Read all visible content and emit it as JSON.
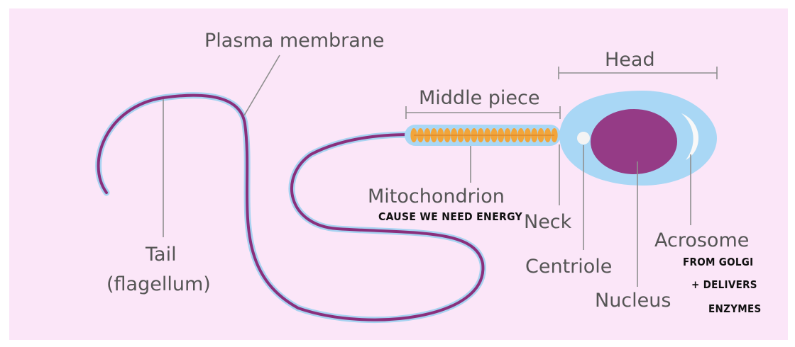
{
  "colors": {
    "background": "#ffffff",
    "panel": "#fbe6f8",
    "outer_membrane": "#a7d3f1",
    "head_fill": "#a9d7f5",
    "nucleus": "#953b86",
    "tail": "#8a2f7c",
    "mitochondria": "#f2a53a",
    "acrosome": "#f8f8f8",
    "label_text": "#555555",
    "handwriting": "#111111"
  },
  "labels": {
    "plasma_membrane": "Plasma membrane",
    "head": "Head",
    "middle_piece": "Middle piece",
    "mitochondrion": "Mitochondrion",
    "neck": "Neck",
    "tail_line1": "Tail",
    "tail_line2": "(flagellum)",
    "centriole": "Centriole",
    "nucleus": "Nucleus",
    "acrosome": "Acrosome"
  },
  "handwritten_notes": {
    "mitochondrion_note": "CAUSE WE NEED ENERGY",
    "acrosome_note_line1": "FROM GOLGI",
    "acrosome_note_line2": "+ DELIVERS",
    "acrosome_note_line3": "ENZYMES"
  }
}
